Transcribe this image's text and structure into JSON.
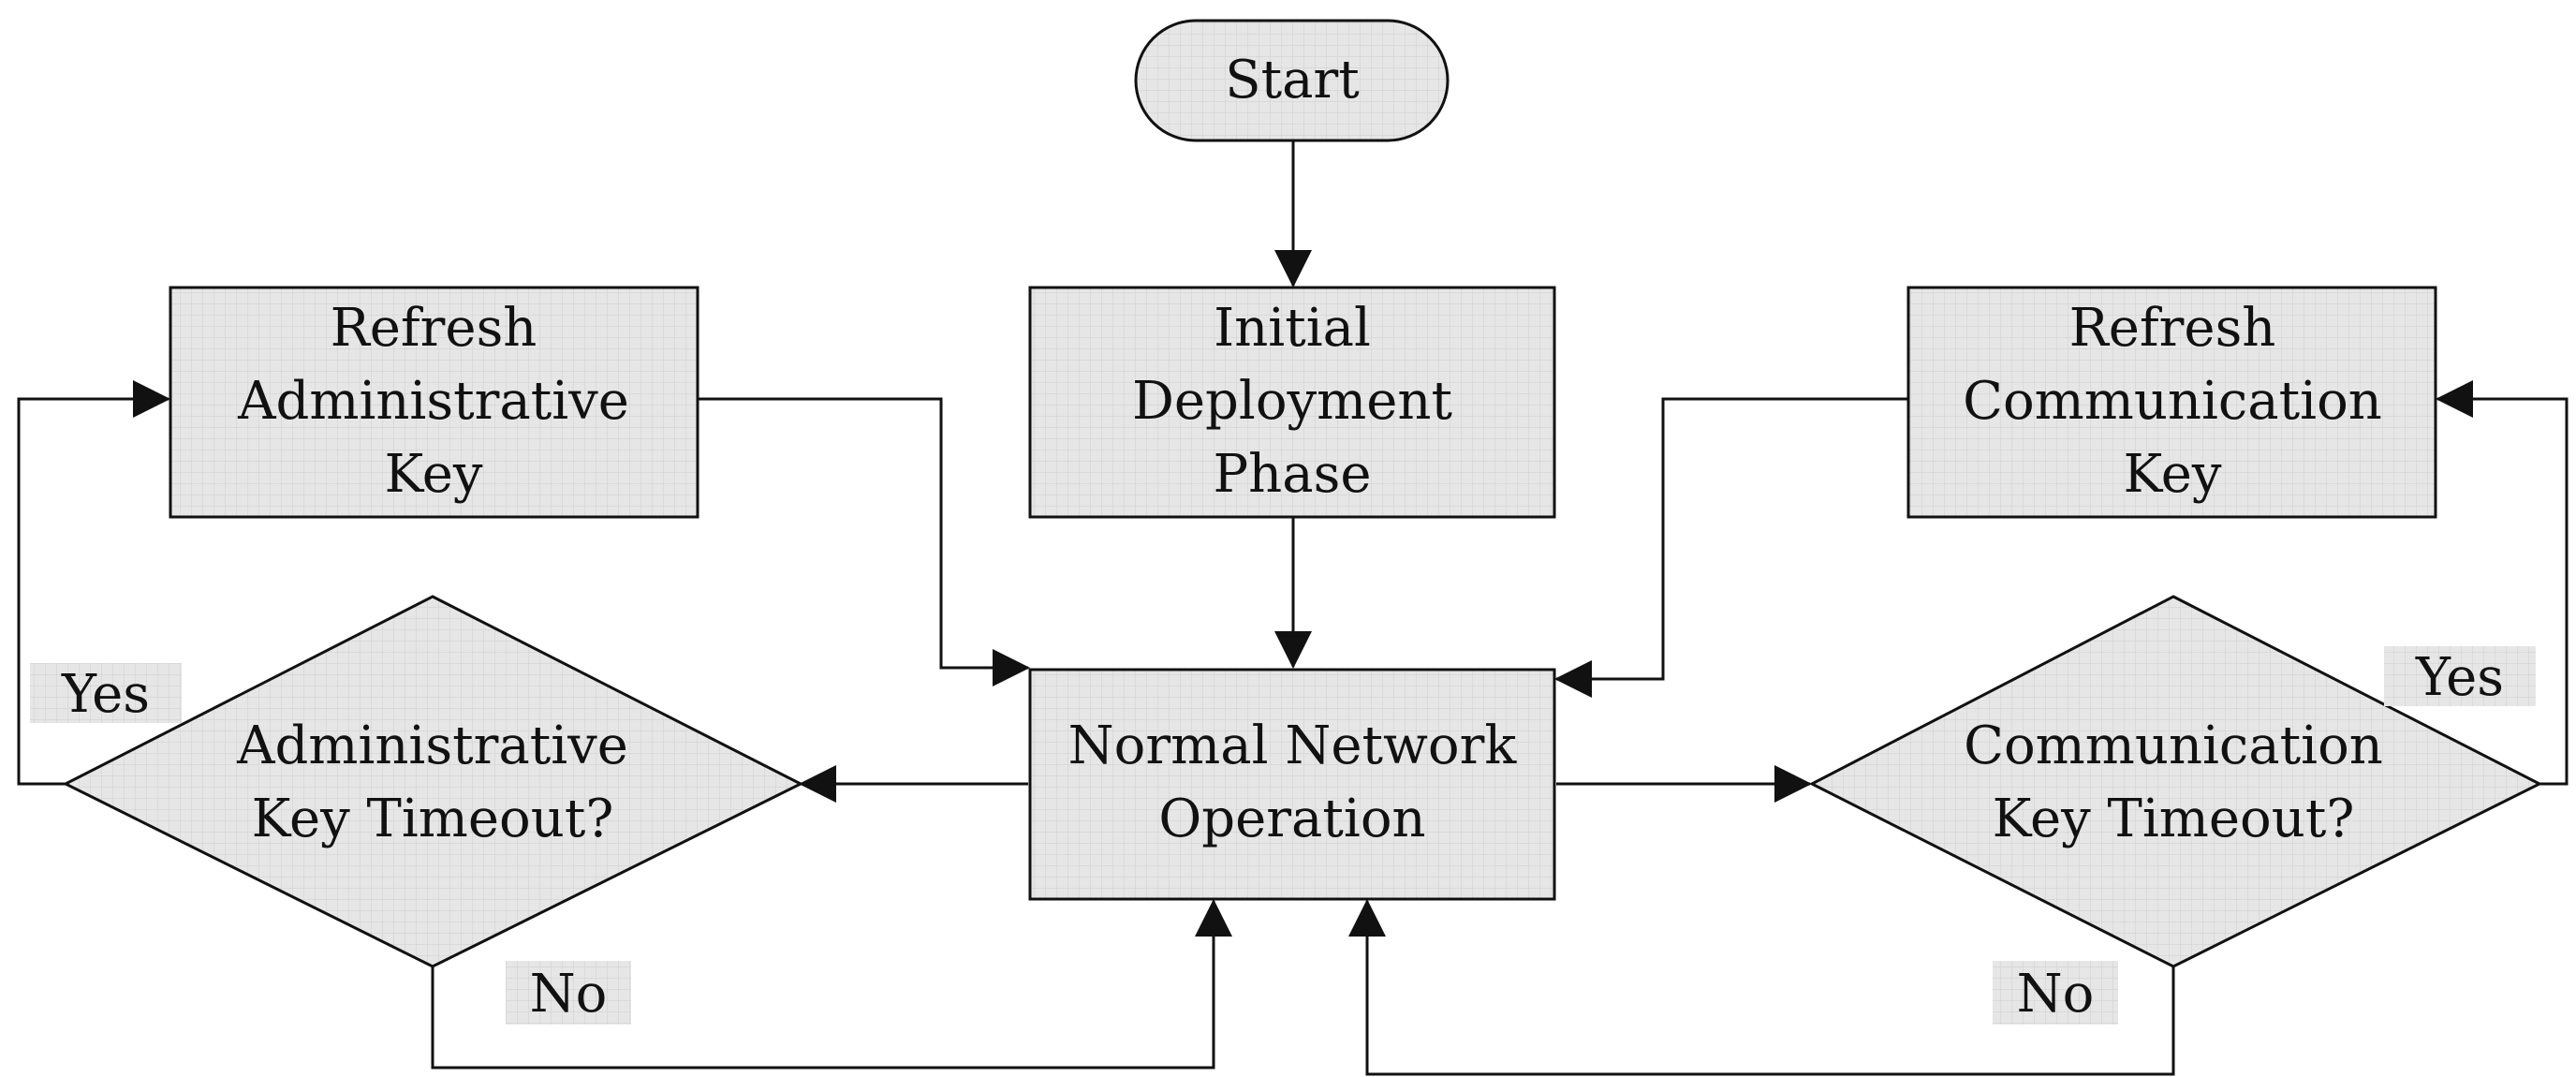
{
  "nodes": {
    "start": {
      "lines": [
        "Start"
      ]
    },
    "initial_deployment": {
      "lines": [
        "Initial",
        "Deployment",
        "Phase"
      ]
    },
    "refresh_admin": {
      "lines": [
        "Refresh",
        "Administrative",
        "Key"
      ]
    },
    "refresh_comm": {
      "lines": [
        "Refresh",
        "Communication",
        "Key"
      ]
    },
    "normal_operation": {
      "lines": [
        "Normal Network",
        "Operation"
      ]
    },
    "admin_timeout": {
      "lines": [
        "Administrative",
        "Key Timeout?"
      ]
    },
    "comm_timeout": {
      "lines": [
        "Communication",
        "Key Timeout?"
      ]
    }
  },
  "edge_labels": {
    "admin_yes": "Yes",
    "admin_no": "No",
    "comm_yes": "Yes",
    "comm_no": "No"
  }
}
